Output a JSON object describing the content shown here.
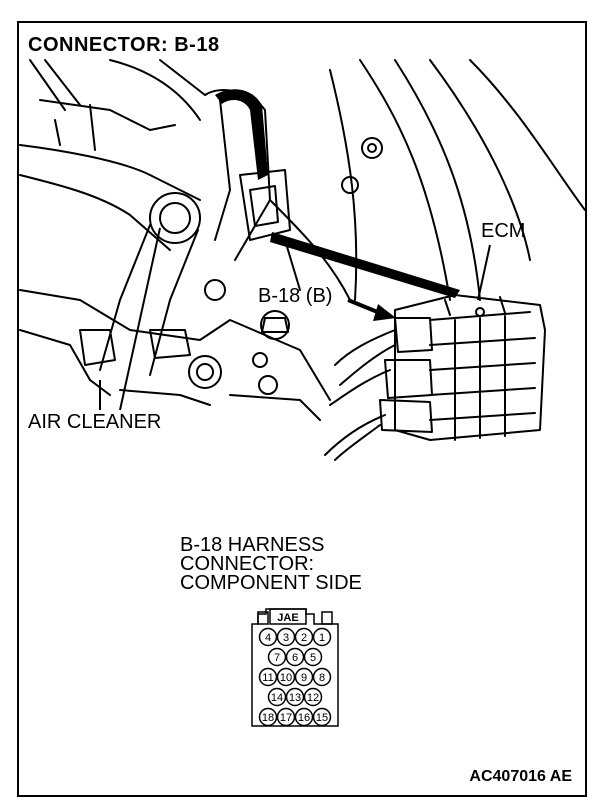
{
  "title": "CONNECTOR: B-18",
  "labels": {
    "ecm": "ECM",
    "b18b": "B-18 (B)",
    "air_cleaner": "AIR CLEANER"
  },
  "harness": {
    "line1": "B-18 HARNESS",
    "line2": "CONNECTOR:",
    "line3": "COMPONENT SIDE"
  },
  "connector": {
    "tag": "JAE",
    "rows": [
      [
        "4",
        "3",
        "2",
        "1"
      ],
      [
        "7",
        "6",
        "5"
      ],
      [
        "11",
        "10",
        "9",
        "8"
      ],
      [
        "14",
        "13",
        "12"
      ],
      [
        "18",
        "17",
        "16",
        "15"
      ]
    ]
  },
  "figure_code": "AC407016 AE"
}
